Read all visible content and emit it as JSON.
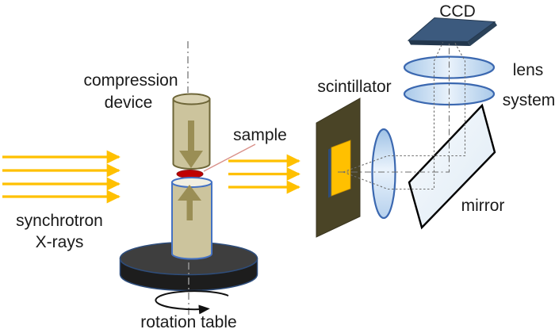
{
  "labels": {
    "synchrotron_line1": "synchrotron",
    "synchrotron_line2": "X-rays",
    "compression_line1": "compression",
    "compression_line2": "device",
    "sample": "sample",
    "rotation_table": "rotation table",
    "scintillator": "scintillator",
    "ccd": "CCD",
    "lens_line1": "lens",
    "lens_line2": "system",
    "mirror": "mirror"
  },
  "beams": {
    "incident_arrow_count": 4,
    "transmitted_arrow_count": 3
  },
  "colors": {
    "beam": "#FFC000",
    "piston_body": "#CCC49D",
    "piston_top": "#D9D2B2",
    "piston_outline": "#6E6638",
    "piston_arrow": "#9A8E55",
    "sample": "#C00000",
    "sample_leader": "#D9918A",
    "table_top": "#3E3E3E",
    "table_side": "#1D1D1D",
    "table_outline": "#2E4D7B",
    "scintillator_panel": "#4A4426",
    "scintillator_window": "#FFC000",
    "window_edge": "#2E4D7B",
    "lens_stroke": "#3B68B0",
    "ccd_top": "#3C5A7E",
    "ccd_side": "#243A52",
    "mirror_stroke": "#000000",
    "optical_path": "#6E6E6E",
    "axis": "#909090",
    "rotation_arrow": "#111111",
    "text": "#1A1A1A",
    "background": "#FFFFFF"
  }
}
